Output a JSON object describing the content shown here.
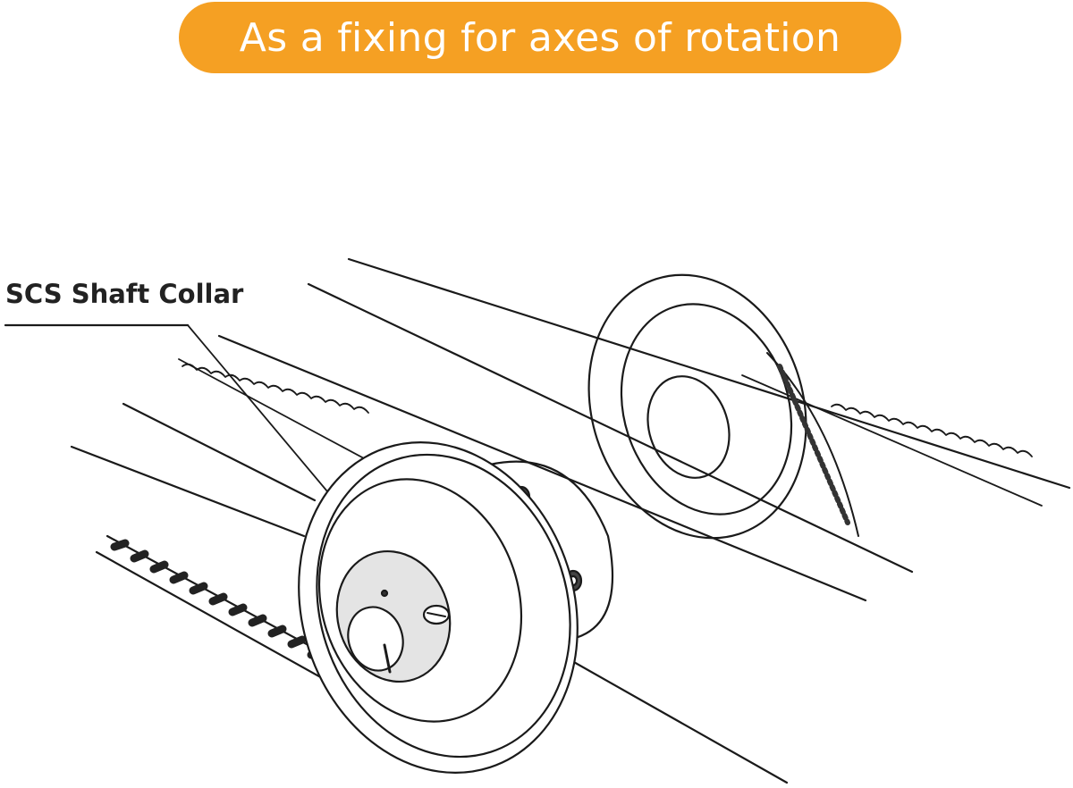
{
  "banner": {
    "title": "As a fixing for axes of rotation",
    "background": "#f5a023",
    "text_color": "#ffffff"
  },
  "callout": {
    "label": "SCS Shaft Collar"
  },
  "illustration": {
    "subject": "timing-belt-pulley-assembly-with-shaft-collar"
  }
}
